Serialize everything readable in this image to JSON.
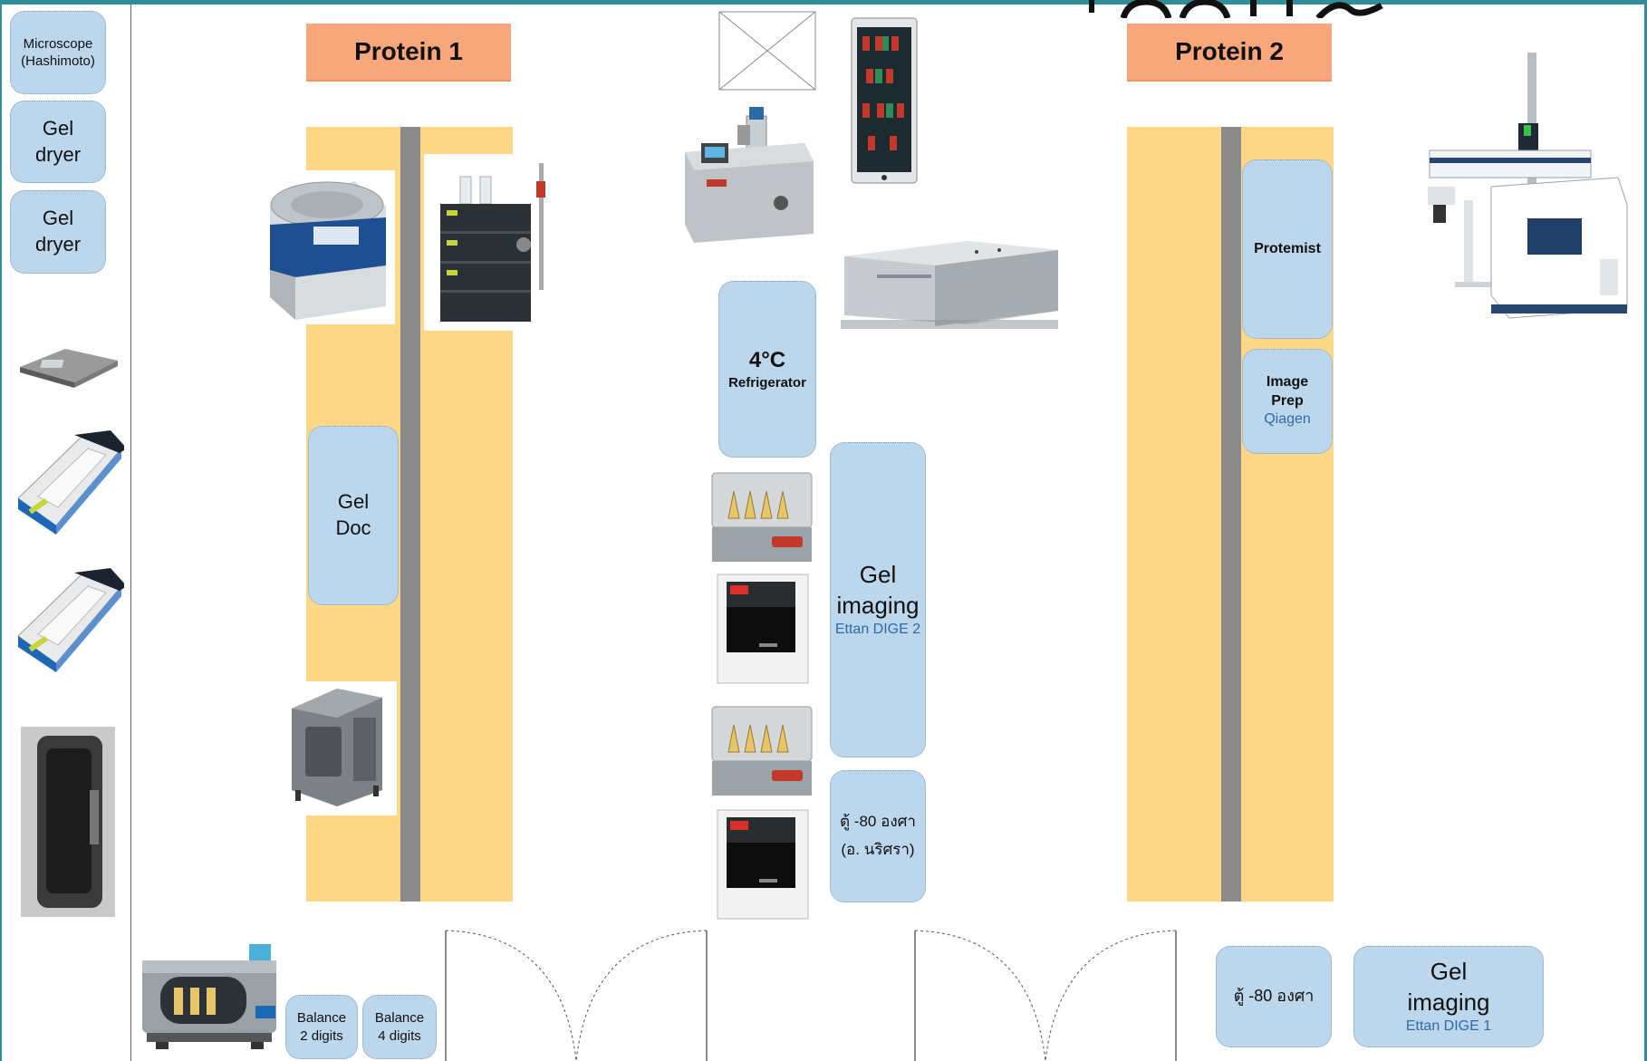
{
  "labels": {
    "protein1": "Protein 1",
    "protein2": "Protein 2",
    "microscope": "Microscope\n(Hashimoto)",
    "gel_dryer_1": "Gel\ndryer",
    "gel_dryer_2": "Gel\ndryer",
    "gel_doc": "Gel\nDoc",
    "refrigerator_temp": "4°C",
    "refrigerator_label": "Refrigerator",
    "gel_imaging_2_title": "Gel\nimaging",
    "gel_imaging_2_sub": "Ettan DIGE 2",
    "freezer_center": "ตู้ -80 องศา\n(อ. นริศรา)",
    "protemist": "Protemist",
    "image_prep": "Image\nPrep",
    "image_prep_sub": "Qiagen",
    "balance_2": "Balance\n2 digits",
    "balance_4": "Balance\n4 digits",
    "freezer_right": "ตู้ -80 องศา",
    "gel_imaging_1_title": "Gel\nimaging",
    "gel_imaging_1_sub": "Ettan DIGE 1"
  },
  "colors": {
    "bench": "#fed887",
    "aisle": "#8b8b8b",
    "title_bg": "#f8a77c",
    "pill_bg": "#bcd6ec",
    "pill_sub_text": "#2f6aa6",
    "frame": "#2f8f98"
  },
  "icons": [
    "centrifuge-icon",
    "chromatography-system-icon",
    "water-bath-icon",
    "storage-cabinet-icon",
    "plate-reader-icon",
    "gel-scanner-icon",
    "scale-icon",
    "electrophoresis-unit-icon",
    "imager-icon",
    "shaker-incubator-icon",
    "chiller-icon",
    "robot-arm-icon",
    "bench-shaker-icon",
    "placeholder-box-icon"
  ]
}
